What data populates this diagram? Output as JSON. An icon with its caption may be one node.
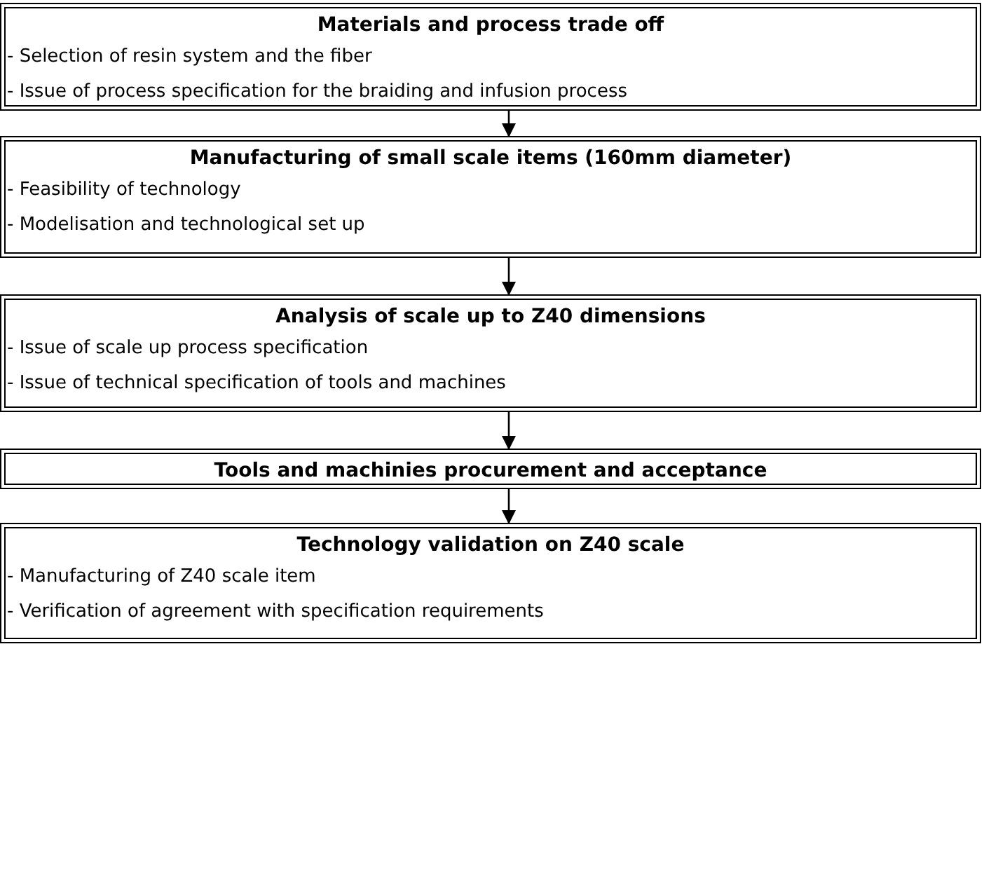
{
  "diagram": {
    "nodes": [
      {
        "text": [
          "Materials and process trade off",
          "- Selection of resin system and the fiber",
          "- Issue of process specification for the braiding and infusion process"
        ]
      },
      {
        "text": [
          "Manufacturing of small scale items (160mm diameter)",
          "- Feasibility of technology",
          "- Modelisation and technological set up"
        ]
      },
      {
        "text": [
          "Analysis of scale up to Z40 dimensions",
          "- Issue of scale up process specification",
          "- Issue of technical specification of tools and machines"
        ]
      },
      {
        "text": [
          "Tools and machinies procurement and acceptance"
        ]
      },
      {
        "text": [
          "Technology validation on Z40 scale",
          "- Manufacturing of Z40 scale item",
          "- Verification of agreement with specification requirements"
        ]
      }
    ],
    "edges": [
      {
        "from": 0,
        "to": 1,
        "arrow": "to"
      },
      {
        "from": 1,
        "to": 2,
        "arrow": "to"
      },
      {
        "from": 2,
        "to": 3,
        "arrow": "to"
      },
      {
        "from": 3,
        "to": 4,
        "arrow": "to"
      }
    ]
  }
}
